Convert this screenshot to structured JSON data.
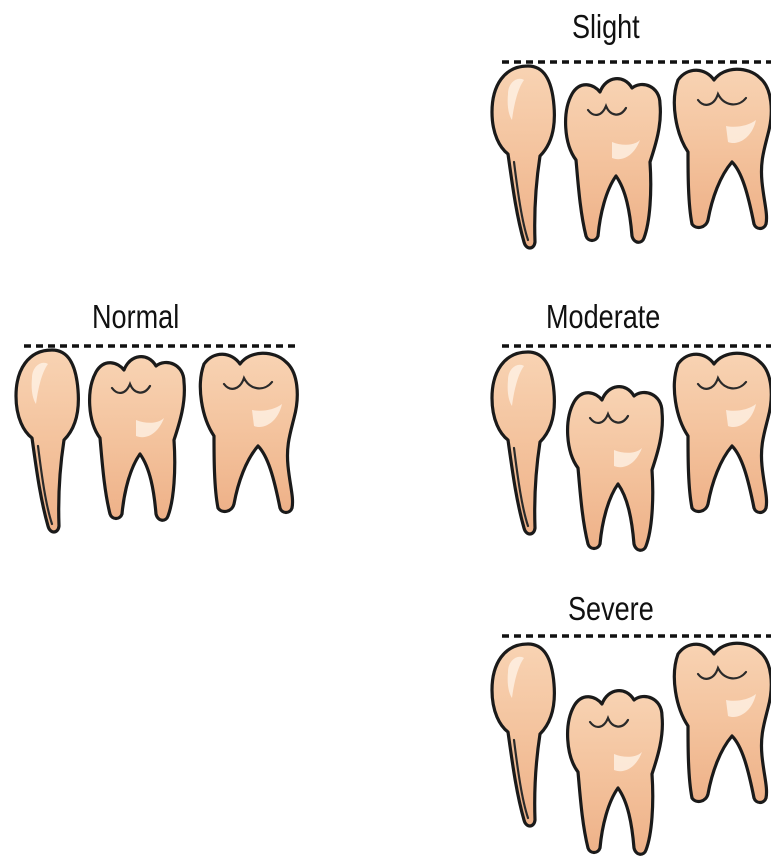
{
  "colors": {
    "tooth_fill": "#f5c9a4",
    "tooth_shadow": "#eaa77a",
    "outline": "#1a1a1a",
    "gum_line": "#111111",
    "background": "#ffffff"
  },
  "panels": {
    "normal": {
      "label": "Normal",
      "shift": 0
    },
    "slight": {
      "label": "Slight",
      "shift": 8
    },
    "moderate": {
      "label": "Moderate",
      "shift": 32
    },
    "severe": {
      "label": "Severe",
      "shift": 62
    }
  }
}
